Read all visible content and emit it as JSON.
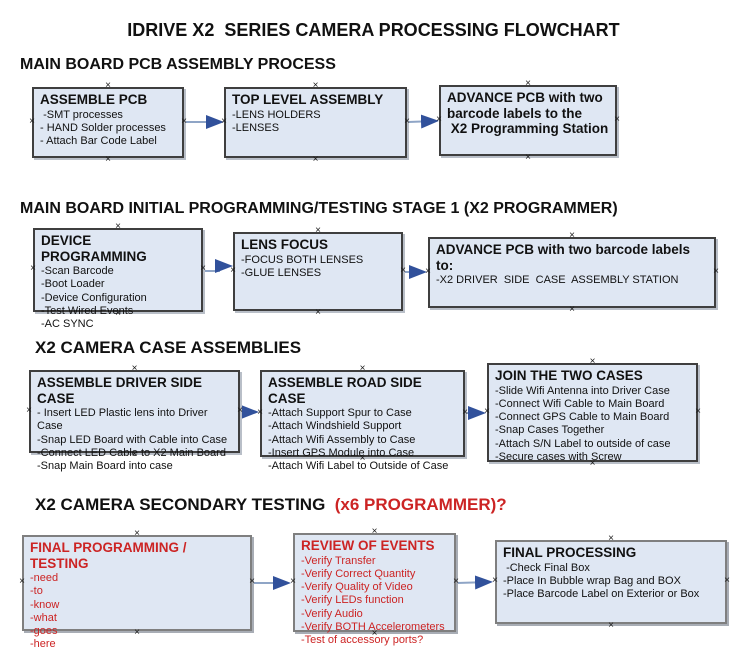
{
  "title": "IDRIVE X2  SERIES CAMERA PROCESSING FLOWCHART",
  "colors": {
    "box_fill": "#dfe7f3",
    "box_border_dark": "#3f3f3f",
    "box_border_gray": "#7f7f7f",
    "accent_red": "#cc2424",
    "arrow_line": "#8fa5c6",
    "arrow_head": "#31519b"
  },
  "sections": [
    {
      "heading": "MAIN BOARD PCB ASSEMBLY PROCESS",
      "boxes": [
        {
          "title": "ASSEMBLE PCB",
          "lines": [
            " -SMT processes",
            "- HAND Solder processes",
            "- Attach Bar Code Label"
          ]
        },
        {
          "title": "TOP LEVEL ASSEMBLY",
          "lines": [
            "-LENS HOLDERS",
            "-LENSES"
          ]
        },
        {
          "title": [
            "ADVANCE PCB with two",
            "barcode labels to the",
            " X2 Programming Station"
          ],
          "lines": []
        }
      ]
    },
    {
      "heading": "MAIN BOARD INITIAL PROGRAMMING/TESTING STAGE 1 (X2 PROGRAMMER)",
      "boxes": [
        {
          "title": "DEVICE PROGRAMMING",
          "lines": [
            "-Scan Barcode",
            "-Boot Loader",
            "-Device Configuration",
            "-Test Wired Events",
            "-AC SYNC"
          ]
        },
        {
          "title": "LENS FOCUS",
          "lines": [
            "-FOCUS BOTH LENSES",
            "-GLUE LENSES"
          ]
        },
        {
          "title": "ADVANCE PCB with two barcode labels to:",
          "lines": [
            "-X2 DRIVER  SIDE  CASE  ASSEMBLY STATION"
          ]
        }
      ]
    },
    {
      "heading": "X2 CAMERA CASE ASSEMBLIES",
      "boxes": [
        {
          "title": "ASSEMBLE DRIVER SIDE CASE",
          "lines": [
            "- Insert LED Plastic lens into Driver Case",
            "-Snap LED Board with Cable into Case",
            "-Connect LED Cable to X2 Main Board",
            "-Snap Main Board into case"
          ]
        },
        {
          "title": "ASSEMBLE ROAD SIDE CASE",
          "lines": [
            "-Attach Support Spur to Case",
            "-Attach Windshield Support",
            "-Attach Wifi Assembly to Case",
            "-Insert GPS Module into Case",
            "-Attach Wifi Label to Outside of Case"
          ]
        },
        {
          "title": "JOIN THE TWO CASES",
          "lines": [
            "-Slide Wifi Antenna into Driver Case",
            "-Connect Wifi Cable to Main Board",
            "-Connect GPS Cable to Main Board",
            "-Snap Cases Together",
            "-Attach S/N Label to outside of case",
            "-Secure cases with Screw"
          ]
        }
      ]
    },
    {
      "heading": "X2 CAMERA SECONDARY TESTING",
      "heading_accent": "  (x6 PROGRAMMER)?",
      "boxes": [
        {
          "title": "FINAL PROGRAMMING / TESTING",
          "lines": [
            "-need",
            "-to",
            "-know",
            "-what",
            "-goes",
            "-here"
          ]
        },
        {
          "title": "REVIEW OF EVENTS",
          "lines": [
            "-Verify Transfer",
            "-Verify Correct Quantity",
            "-Verify Quality of Video",
            "-Verify LEDs function",
            "-Verify Audio",
            "-Verify BOTH Accelerometers",
            "-Test of accessory ports?"
          ]
        },
        {
          "title": "FINAL PROCESSING",
          "lines": [
            " -Check Final Box",
            "-Place In Bubble wrap Bag and BOX",
            "-Place Barcode Label on Exterior or Box"
          ]
        }
      ]
    }
  ]
}
